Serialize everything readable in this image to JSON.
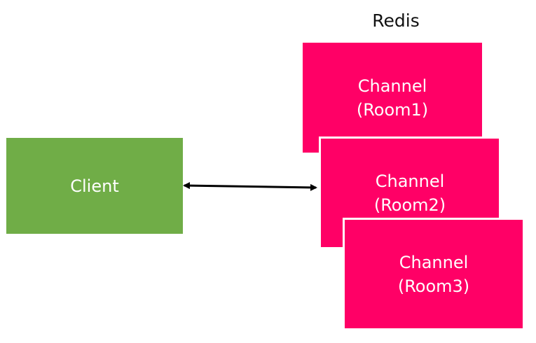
{
  "redis_label": "Redis",
  "client": {
    "label": "Client",
    "color": "#70ad47"
  },
  "channels": [
    {
      "line1": "Channel",
      "line2": "(Room1)"
    },
    {
      "line1": "Channel",
      "line2": "(Room2)"
    },
    {
      "line1": "Channel",
      "line2": "(Room3)"
    }
  ],
  "channel_color": "#ff0066",
  "arrow": {
    "type": "bidirectional",
    "color": "#000000",
    "from": "client",
    "to": "channels"
  }
}
